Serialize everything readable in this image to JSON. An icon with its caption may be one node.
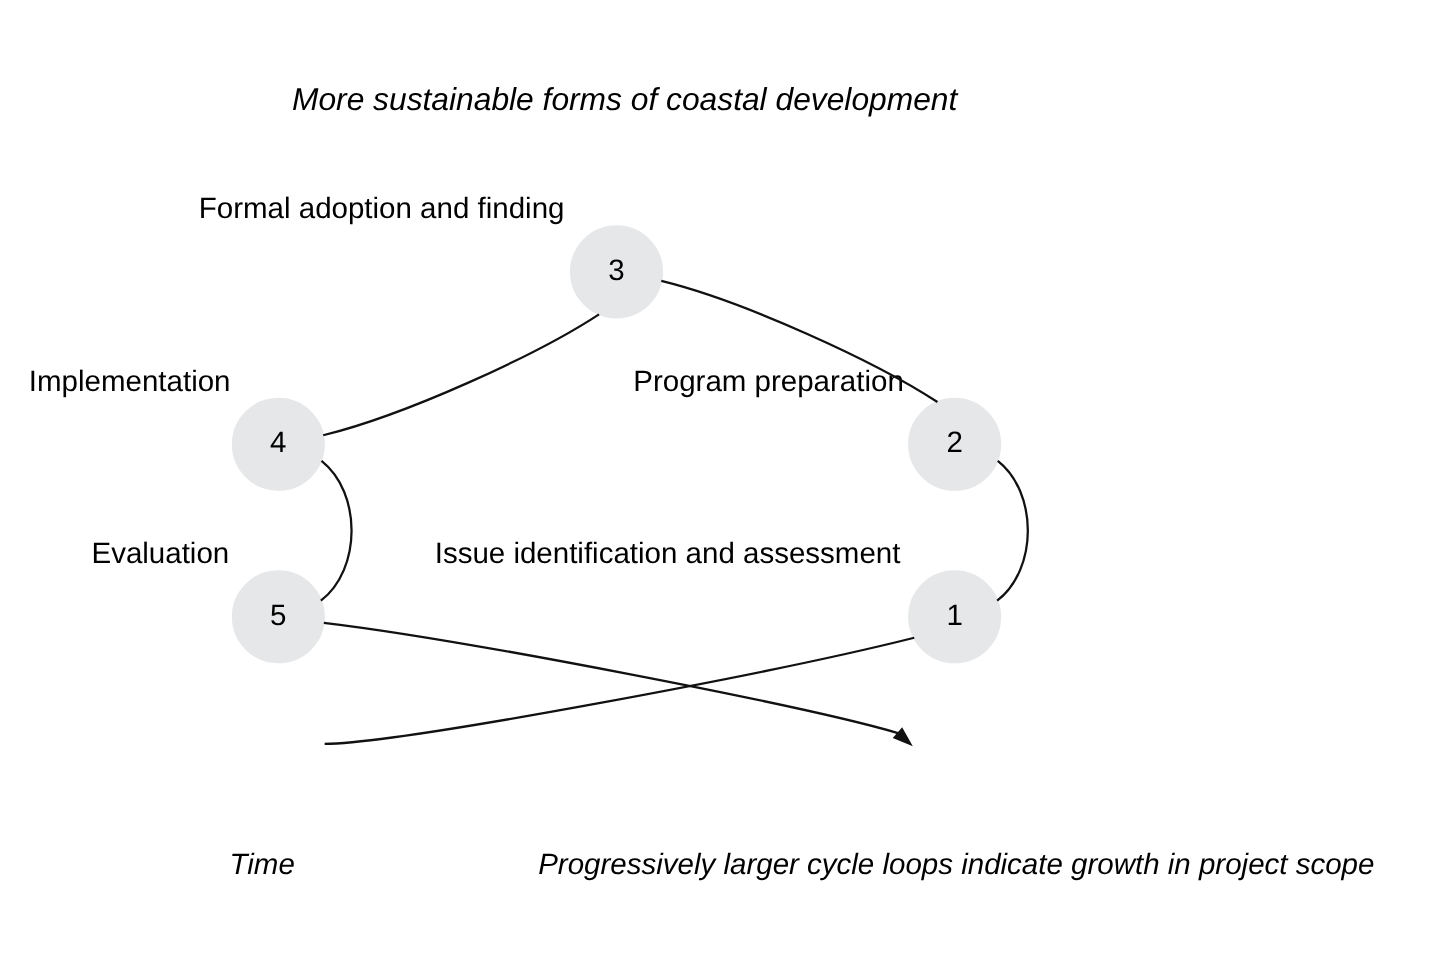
{
  "diagram": {
    "nodes": [
      {
        "text": [
          "1"
        ],
        "beside": [
          "Issue identification and assessment"
        ]
      },
      {
        "text": [
          "2"
        ],
        "beside": [
          "Program preparation"
        ]
      },
      {
        "text": [
          "3"
        ],
        "beside": [
          "Formal adoption and finding"
        ]
      },
      {
        "text": [
          "4"
        ],
        "beside": [
          "Implementation"
        ]
      },
      {
        "text": [
          "5"
        ],
        "beside": [
          "Evaluation"
        ]
      }
    ],
    "edges": [
      {
        "from": null,
        "to": 0,
        "arrow": "none"
      },
      {
        "from": 0,
        "to": 1,
        "arrow": "none"
      },
      {
        "from": 1,
        "to": 2,
        "arrow": "none"
      },
      {
        "from": 2,
        "to": 3,
        "arrow": "none"
      },
      {
        "from": 3,
        "to": 4,
        "arrow": "none"
      },
      {
        "from": 4,
        "to": null,
        "arrow": "to"
      }
    ],
    "labels": [
      "More sustainable forms of coastal development",
      "Time",
      "Progressively larger cycle loops indicate growth in project scope"
    ]
  }
}
